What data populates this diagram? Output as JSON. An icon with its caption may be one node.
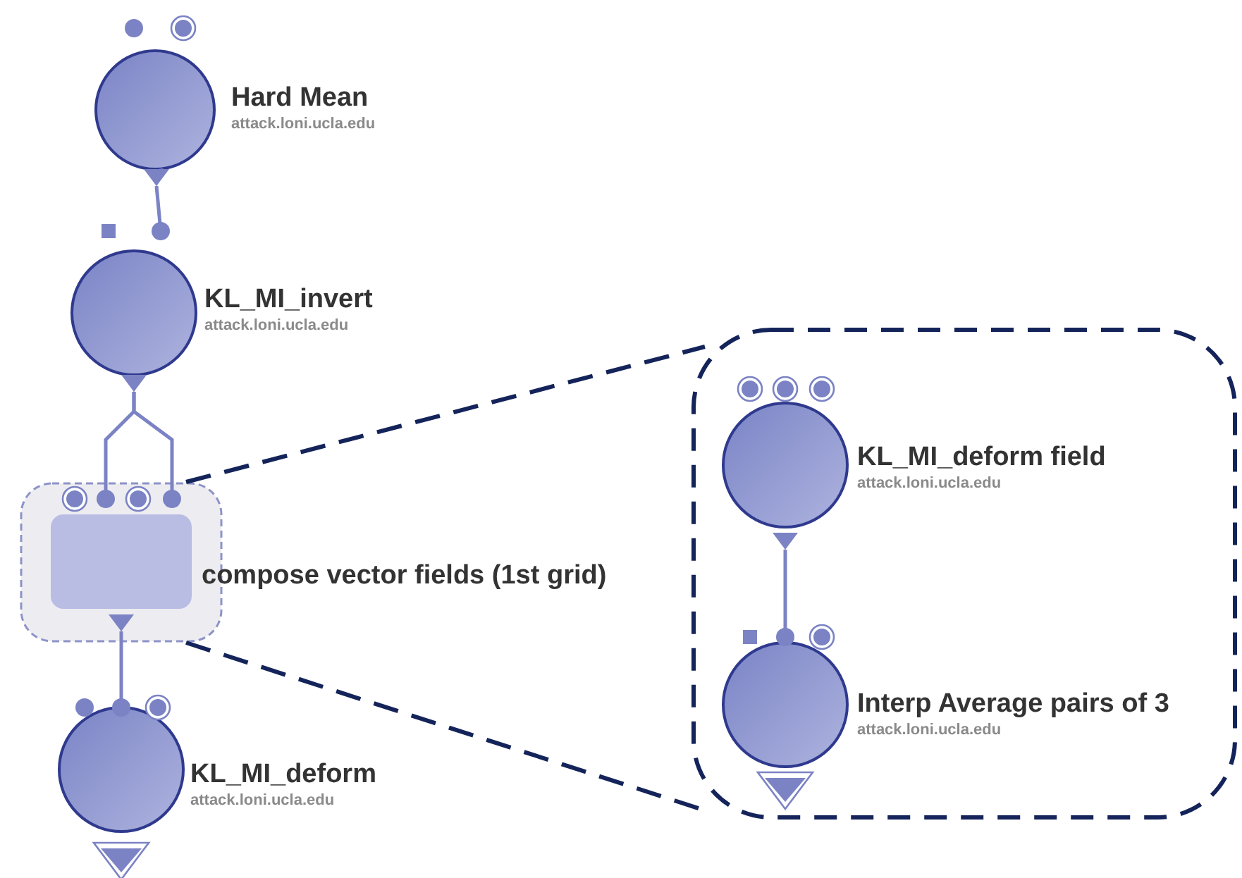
{
  "diagram": {
    "nodes": [
      {
        "text": [
          "Hard Mean",
          "attack.loni.ucla.edu"
        ]
      },
      {
        "text": [
          "KL_MI_invert",
          "attack.loni.ucla.edu"
        ]
      },
      {
        "text": [
          "compose vector fields (1st grid)"
        ]
      },
      {
        "text": [
          "KL_MI_deform",
          "attack.loni.ucla.edu"
        ]
      },
      {
        "text": [],
        "shape": "box"
      },
      {
        "text": [
          "KL_MI_deform field",
          "attack.loni.ucla.edu"
        ],
        "in": 4
      },
      {
        "text": [
          "Interp Average pairs of 3",
          "attack.loni.ucla.edu"
        ],
        "in": 4
      }
    ],
    "edges": [
      {
        "from": 0,
        "to": 1,
        "arrow": "other"
      },
      {
        "from": 1,
        "to": 2,
        "arrow": "other"
      },
      {
        "from": 1,
        "to": 2,
        "arrow": "other"
      },
      {
        "from": 2,
        "to": 3,
        "arrow": "other"
      },
      {
        "from": 5,
        "to": 6,
        "arrow": "other"
      },
      {
        "from": 2,
        "to": 4,
        "arrow": "none",
        "style": "dashed",
        "color": "#14245a"
      },
      {
        "from": 2,
        "to": 4,
        "arrow": "none",
        "style": "dashed",
        "color": "#14245a"
      }
    ]
  }
}
